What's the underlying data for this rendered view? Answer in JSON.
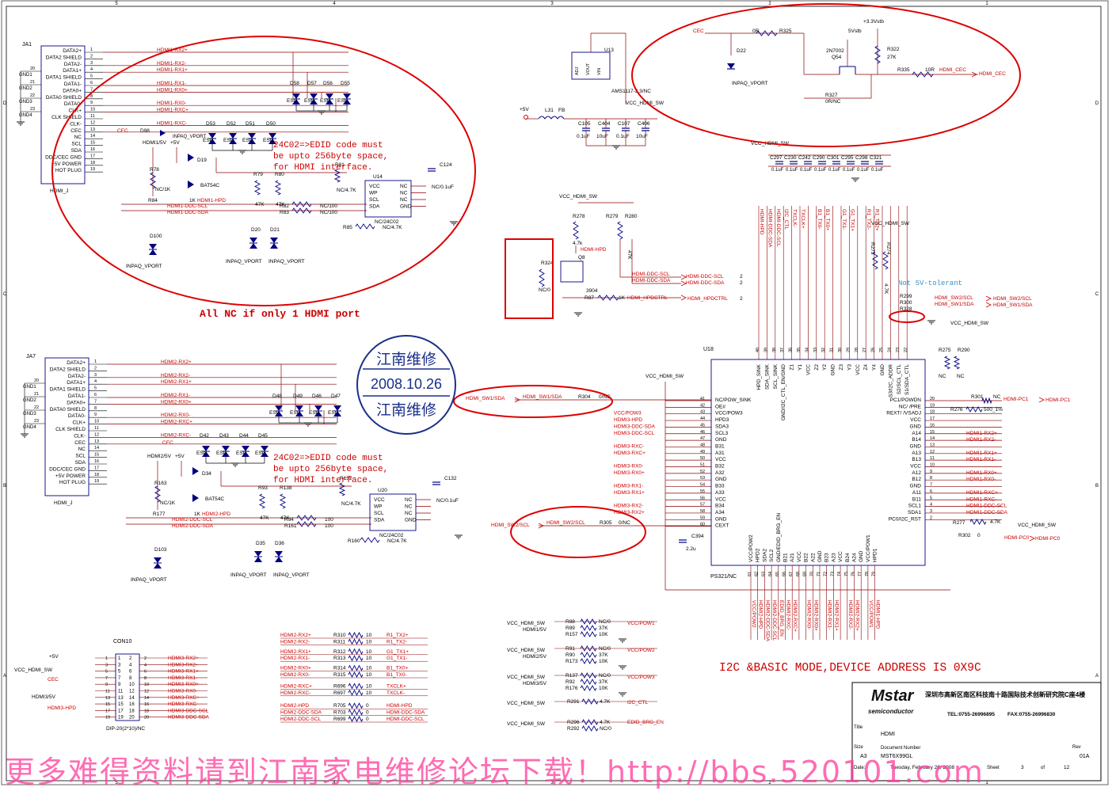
{
  "colors": {
    "wire": "#8b0000",
    "pin": "#000000",
    "net_red": "#cc0000",
    "symbol": "#000080",
    "highlight": "#dd0000",
    "stamp": "#1a2f8a",
    "note_blue": "#3a8fbf",
    "banner": "#ff3b9a"
  },
  "border": {
    "top_marks": [
      "5",
      "4",
      "3",
      "2",
      "1"
    ],
    "side_marks": [
      "D",
      "C",
      "B",
      "A"
    ]
  },
  "ja1": {
    "ref": "JA1",
    "name": "HDMI_J",
    "pins": [
      "DATA2+",
      "DATA2 SHIELD",
      "DATA2-",
      "DATA1+",
      "DATA1 SHIELD",
      "DATA1-",
      "DATA0+",
      "DATA0 SHIELD",
      "DATA0-",
      "CLK+",
      "CLK SHIELD",
      "CLK-",
      "CEC",
      "NC",
      "SCL",
      "SDA",
      "DDC/CEC GND",
      "+5V POWER",
      "HOT PLUG"
    ],
    "pin_numbers": [
      "1",
      "2",
      "3",
      "4",
      "5",
      "6",
      "7",
      "8",
      "9",
      "10",
      "11",
      "12",
      "13",
      "14",
      "15",
      "16",
      "17",
      "18",
      "19"
    ],
    "gnd_labels": [
      "GND1",
      "GND2",
      "GND3",
      "GND4"
    ],
    "gnd_numbers": [
      "20",
      "21",
      "22",
      "23"
    ],
    "nets": [
      "HDMI1-RX2+",
      "HDMI1-RX2-",
      "HDMI1-RX1+",
      "HDMI1-RX1-",
      "HDMI1-RX0+",
      "HDMI1-RX0-",
      "HDMI1-RXC+",
      "HDMI1-RXC-",
      "CEC"
    ]
  },
  "ja7": {
    "ref": "JA7",
    "name": "HDMI_J",
    "pins": [
      "DATA2+",
      "DATA2 SHIELD",
      "DATA2-",
      "DATA1+",
      "DATA1 SHIELD",
      "DATA1-",
      "DATA0+",
      "DATA0 SHIELD",
      "DATA0-",
      "CLK+",
      "CLK SHIELD",
      "CLK-",
      "CEC",
      "NC",
      "SCL",
      "SDA",
      "DDC/CEC GND",
      "+5V POWER",
      "HOT PLUG"
    ],
    "pin_numbers": [
      "1",
      "2",
      "3",
      "4",
      "5",
      "6",
      "7",
      "8",
      "9",
      "10",
      "11",
      "12",
      "13",
      "14",
      "15",
      "16",
      "17",
      "18",
      "19"
    ],
    "gnd_labels": [
      "GND1",
      "GND2",
      "GND3",
      "GND4"
    ],
    "gnd_numbers": [
      "20",
      "21",
      "22",
      "23"
    ],
    "nets": [
      "HDMI2-RX2+",
      "HDMI2-RX2-",
      "HDMI2-RX1+",
      "HDMI2-RX1-",
      "HDMI2-RX0+",
      "HDMI2-RX0-",
      "HDMI2-RXC+",
      "HDMI2-RXC-",
      "CEC"
    ]
  },
  "esd1": {
    "refs": [
      "D58",
      "D57",
      "D56",
      "D55",
      "D53",
      "D52",
      "D51",
      "D50",
      "D98"
    ],
    "label": "ESD"
  },
  "esd2": {
    "refs": [
      "D48",
      "D49",
      "D46",
      "D47",
      "D42",
      "D43",
      "D44",
      "D45"
    ],
    "label": "ESD"
  },
  "hdmi1_misc": {
    "r78": "R78",
    "d19": "D19",
    "bat": "BAT54C",
    "nc1k": "NC/1K",
    "r84": "R84",
    "r84v": "1K",
    "hpd": "HDMI1-HPD",
    "v5": "HDMI1/5V",
    "plus5": "+5V",
    "r79": "R79",
    "r80": "R80",
    "r79v": "47K",
    "r80v": "47K",
    "r81": "R81",
    "r81v": "NC/4.7K",
    "r82": "R82",
    "r83": "R83",
    "r82v": "NC/100",
    "r83v": "NC/100",
    "scl": "HDMI1-DDC-SCL",
    "sda": "HDMI1-DDC-SDA",
    "u14": "U14",
    "u14name": "NC/24C02",
    "u14left": [
      "VCC",
      "WP",
      "SCL",
      "SDA"
    ],
    "u14right": [
      "NC",
      "NC",
      "NC",
      "GND"
    ],
    "u14nums_l": [
      "8",
      "7",
      "6",
      "5"
    ],
    "u14nums_r": [
      "1",
      "2",
      "3",
      "4"
    ],
    "c124": "C124",
    "c124v": "NC/0.1uF",
    "r85": "R85",
    "r85v": "NC/4.7K",
    "d100": "D100",
    "d20": "D20",
    "d21": "D21",
    "inpaq": "INPAQ_VPORT",
    "d22": "D22"
  },
  "hdmi2_misc": {
    "r163": "R163",
    "d34": "D34",
    "bat": "BAT54C",
    "nc1k": "NC/1K",
    "r177": "R177",
    "r177v": "1K",
    "hpd": "HDMI2-HPD",
    "v5": "HDMI2/5V",
    "plus5": "+5V",
    "r93": "R93",
    "r138": "R138",
    "r93v": "47K",
    "r138v": "47K",
    "r152": "R152",
    "r152v": "NC/4.7K",
    "r94": "R94",
    "r161": "R161",
    "r94v": "100",
    "r161v": "100",
    "scl": "HDMI2-DDC-SCL",
    "sda": "HDMI2-DDC-SDA",
    "u20": "U20",
    "u20name": "NC/24C02",
    "c132": "C132",
    "c132v": "NC/0.1uF",
    "r160": "R160",
    "r160v": "NC/4.7K",
    "d103": "D103",
    "d35": "D35",
    "d36": "D36",
    "inpaq": "INPAQ_VPORT"
  },
  "eeprom_note": [
    "24C02=>EDID code must",
    "be upto 256byte space,",
    "for HDMI interface."
  ],
  "nc_note": "All NC if only 1 HDMI port",
  "stamp": {
    "top": "江南维修",
    "date": "2008.10.26",
    "bottom": "江南维修"
  },
  "power": {
    "u13": "U13",
    "u13name": "AMS1117-3.3/NC",
    "u13pins": [
      "ADJ",
      "VOUT",
      "VIN"
    ],
    "plus5": "+5V",
    "l31": "L31",
    "fb": "FB",
    "vcc": "VCC_HDMI_SW",
    "caps": [
      "C105",
      "C404",
      "C107",
      "C406"
    ],
    "capv": [
      "0.1uF",
      "10uF",
      "0.1uF",
      "10uF"
    ]
  },
  "decoupling": {
    "vcc": "VCC_HDMI_SW",
    "caps": [
      "C297",
      "C230",
      "C242",
      "C290",
      "C301",
      "C295",
      "C298",
      "C321"
    ],
    "value": "0.1uF"
  },
  "cec": {
    "cec": "CEC",
    "r325": "R325",
    "r325v": "0R",
    "v33": "+3.3Vstb",
    "v5": "5Vstb",
    "q54": "Q54",
    "q54name": "2N7002",
    "r322": "R322",
    "r322v": "27K",
    "r335": "R335",
    "r335v": "10R",
    "net": "HDMI_CEC",
    "r327": "R327",
    "r327v": "0R/NC"
  },
  "hpd_block": {
    "vcc": "VCC_HDMI_SW",
    "r278": "R278",
    "r279": "R279",
    "r280": "R280",
    "r278v": "4.7k",
    "r280v": "47K",
    "hpd": "HDMI-HPD",
    "q8": "Q8",
    "r324": "R324",
    "r324v": "NC/0",
    "v3904": "3904",
    "r87": "R87",
    "r87v": "1K",
    "hpdctrl": "HDMI_HPDCTRL",
    "scl": "HDMI-DDC-SCL",
    "sda": "HDMI-DDC-SDA",
    "sheet2": "2"
  },
  "u18": {
    "ref": "U18",
    "name": "PS321/NC",
    "left_pins": [
      "NC/POW_SINK",
      "OE#",
      "VCC/POW3",
      "HPD3",
      "SDA3",
      "SCL3",
      "GND",
      "B31",
      "A31",
      "VCC",
      "B32",
      "A32",
      "GND",
      "B33",
      "A33",
      "VCC",
      "B34",
      "A34",
      "GND",
      "CEXT"
    ],
    "left_nums": [
      "41",
      "42",
      "43",
      "44",
      "45",
      "46",
      "47",
      "48",
      "49",
      "50",
      "51",
      "52",
      "53",
      "54",
      "55",
      "56",
      "57",
      "58",
      "59",
      "60"
    ],
    "left_nets": [
      "",
      "",
      "VCC/POW3",
      "HDMI3-HPD",
      "HDMI3-DDC-SDA",
      "HDMI3-DDC-SCL",
      "",
      "HDMI3-RXC-",
      "HDMI3-RXC+",
      "",
      "HDMI3-RX0-",
      "HDMI3-RX0+",
      "",
      "HDMI3-RX1-",
      "HDMI3-RX1+",
      "",
      "HDMI3-RX2-",
      "HDMI3-RX2+",
      "",
      ""
    ],
    "right_pins": [
      "PC1/POWDN",
      "NC/ /PRE",
      "REXT/ /VSADJ",
      "VCC",
      "GND",
      "A14",
      "B14",
      "GND",
      "A13",
      "B13",
      "VCC",
      "A12",
      "B12",
      "GND",
      "A11",
      "B11",
      "SCL1",
      "SDA1",
      "PC0/I2C_RST"
    ],
    "right_nums": [
      "20",
      "19",
      "18",
      "17",
      "16",
      "15",
      "14",
      "13",
      "12",
      "11",
      "10",
      "9",
      "8",
      "7",
      "6",
      "5",
      "4",
      "3",
      "2"
    ],
    "right_nets": [
      "",
      "",
      "",
      "",
      "",
      "HDMI1-RX2+",
      "HDMI1-RX2-",
      "",
      "HDMI1-RX1+",
      "HDMI1-RX1-",
      "",
      "HDMI1-RX0+",
      "HDMI1-RX0-",
      "",
      "HDMI1-RXC+",
      "HDMI1-RXC-",
      "HDMI1-DDC-SCL",
      "HDMI1-DDC-SDA",
      ""
    ],
    "top_pins": [
      "HPD_SINK",
      "SDA_SINK",
      "SCL_SINK",
      "GND/I2C_CTL_EN/GND",
      "Z1",
      "Y1",
      "VCC",
      "Z2",
      "Y2",
      "GND",
      "Z3",
      "Y3",
      "VCC",
      "Z4",
      "Y4",
      "GND",
      "S3/I2C_ADDR",
      "S2/SCL_CTL",
      "S1/SDA_CTL"
    ],
    "top_nums": [
      "40",
      "39",
      "38",
      "37",
      "36",
      "35",
      "34",
      "33",
      "32",
      "31",
      "30",
      "29",
      "28",
      "27",
      "26",
      "25",
      "24",
      "23",
      "22"
    ],
    "top_nets": [
      "HDMI-HPD",
      "HDMI-DDC-SDA",
      "HDMI-DDC-SCL",
      "I2C_CTL",
      "TXCLK-",
      "TXCLK+",
      "",
      "B1_TX0-",
      "B1_TX0+",
      "",
      "G1_TX1-",
      "G1_TX1+",
      "",
      "R1_TX2-",
      "R1_TX2+",
      "",
      "",
      "",
      ""
    ],
    "bottom_pins": [
      "VCC/POW2",
      "HPD2",
      "SDA2",
      "SCL2",
      "GND/EDID_BRG_EN",
      "B21",
      "A21",
      "VCC",
      "B22",
      "A22",
      "GND",
      "B23",
      "A23",
      "VCC",
      "B24",
      "A24",
      "GND",
      "VCC/POW1",
      "HPD1"
    ],
    "bottom_nums": [
      "61",
      "62",
      "63",
      "64",
      "65",
      "66",
      "67",
      "68",
      "69",
      "70",
      "71",
      "72",
      "73",
      "74",
      "75",
      "76",
      "77",
      "78",
      "79"
    ],
    "bottom_nets": [
      "VCC/POW2",
      "HDMI2-HPD",
      "HDMI2-DDC-SDA",
      "HDMI2-DDC-SCL",
      "EDID_BRG_EN",
      "HDMI2-RXC-",
      "HDMI2-RXC+",
      "",
      "HDMI2-RX0-",
      "HDMI2-RX0+",
      "",
      "HDMI2-RX1-",
      "HDMI2-RX1+",
      "",
      "HDMI2-RX2-",
      "HDMI2-RX2+",
      "",
      "VCC/POW1",
      "HDMI1-HPD"
    ],
    "r275": "R275",
    "r290": "R290",
    "nc": "NC",
    "r301": "R301",
    "r276": "R276",
    "r276v": "500_1%",
    "pc1": "HDMI-PC1",
    "r277": "R277",
    "r277v": "4.7K",
    "r302": "R302",
    "r302v": "0",
    "pc0": "HDMI-PC0",
    "vcc": "VCC_HDMI_SW",
    "c394": "C394",
    "c394v": "2.2u",
    "r274": "R274",
    "r273": "R273",
    "r274v": "4.7K",
    "r299": "R299",
    "r300": "R300",
    "r328": "R328",
    "sw2scl": "HDMI_SW2/SCL",
    "sw1sda": "HDMI_SW1/SDA",
    "not5v": "Not 5V-tolerant",
    "r304": "R304",
    "r305": "R305",
    "r304v": "0/NC"
  },
  "con10": {
    "ref": "CON10",
    "name": "DIP-20(2*10)/NC",
    "left_nets": [
      "+5V",
      "VCC_HDMI_SW",
      "CEC",
      "HDMI3/5V",
      "HDMI3-HPD"
    ],
    "pin_pairs": [
      [
        "1",
        "2"
      ],
      [
        "3",
        "4"
      ],
      [
        "5",
        "6"
      ],
      [
        "7",
        "8"
      ],
      [
        "9",
        "10"
      ],
      [
        "11",
        "12"
      ],
      [
        "13",
        "14"
      ],
      [
        "15",
        "16"
      ],
      [
        "17",
        "18"
      ],
      [
        "19",
        "20"
      ]
    ],
    "right_nets": [
      "HDMI3-RX2+",
      "HDMI3-RX2-",
      "HDMI3-RX1+",
      "HDMI3-RX1-",
      "HDMI3-RX0+",
      "HDMI3-RX0-",
      "HDMI3-RXC+",
      "HDMI3-RXC-",
      "HDMI3-DDC-SCL",
      "HDMI3-DDC-SDA"
    ]
  },
  "links": {
    "rows": [
      [
        "HDMI2-RX2+",
        "R310",
        "10",
        "R1_TX2+"
      ],
      [
        "HDMI2-RX2-",
        "R311",
        "10",
        "R1_TX2-"
      ],
      [
        "HDMI2-RX1+",
        "R312",
        "10",
        "G1_TX1+"
      ],
      [
        "HDMI2-RX1-",
        "R313",
        "10",
        "G1_TX1-"
      ],
      [
        "HDMI2-RX0+",
        "R314",
        "10",
        "B1_TX0+"
      ],
      [
        "HDMI2-RX0-",
        "R315",
        "10",
        "B1_TX0-"
      ],
      [
        "HDMI2-RXC+",
        "R696",
        "10",
        "TXCLK+"
      ],
      [
        "HDMI2-RXC-",
        "R697",
        "10",
        "TXCLK-"
      ],
      [
        "HDMI2-HPD",
        "R705",
        "0",
        "HDMI-HPD"
      ],
      [
        "HDMI2-DDC-SDA",
        "R703",
        "0",
        "HDMI-DDC-SDA"
      ],
      [
        "HDMI2-DDC-SCL",
        "R699",
        "0",
        "HDMI-DDC-SCL"
      ]
    ]
  },
  "pow_select": {
    "groups": [
      {
        "nets": [
          "VCC_HDMI_SW",
          "HDMI1/5V"
        ],
        "refs": [
          "R88",
          "R89",
          "R157"
        ],
        "vals": [
          "NC/0",
          "37K",
          "10K"
        ],
        "out": "VCC/POW1"
      },
      {
        "nets": [
          "VCC_HDMI_SW",
          "HDMI2/5V"
        ],
        "refs": [
          "R91",
          "R90",
          "R173"
        ],
        "vals": [
          "NC/0",
          "37K",
          "10K"
        ],
        "out": "VCC/POW2"
      },
      {
        "nets": [
          "VCC_HDMI_SW",
          "HDMI3/5V"
        ],
        "refs": [
          "R137",
          "R92",
          "R176"
        ],
        "vals": [
          "NC/0",
          "37K",
          "10K"
        ],
        "out": "VCC/POW3"
      }
    ],
    "i2c": {
      "net": "VCC_HDMI_SW",
      "ref": "R291",
      "val": "4.7K",
      "out": "I2C_CTL"
    },
    "edid": {
      "net": "VCC_HDMI_SW",
      "refs": [
        "R296",
        "R292"
      ],
      "vals": [
        "4.7K",
        "NC/0"
      ],
      "out": "EDID_BRG_EN"
    }
  },
  "i2c_note": "I2C &BASIC MODE,DEVICE ADDRESS IS 0X9C",
  "title_block": {
    "logo": "Mstar",
    "logo_sub": "semiconductor",
    "address": "深圳市高新区南区科技南十路国际技术创新研究院C座4楼",
    "tel": "TEL:0755-26996895",
    "fax": "FAX:0755-26996830",
    "title_label": "Title",
    "title": "HDMI",
    "size_label": "Size",
    "size": "A3",
    "doc_label": "Document Number",
    "doc": "MST6X99GL",
    "rev_label": "Rev",
    "rev": "01A",
    "date_label": "Date:",
    "date": "Tuesday, February 26, 2008",
    "sheet_label": "Sheet",
    "sheet": "3",
    "of_label": "of",
    "of": "12"
  },
  "banner": "更多难得资料请到江南家电维修论坛下载！http://bbs.520101.com"
}
